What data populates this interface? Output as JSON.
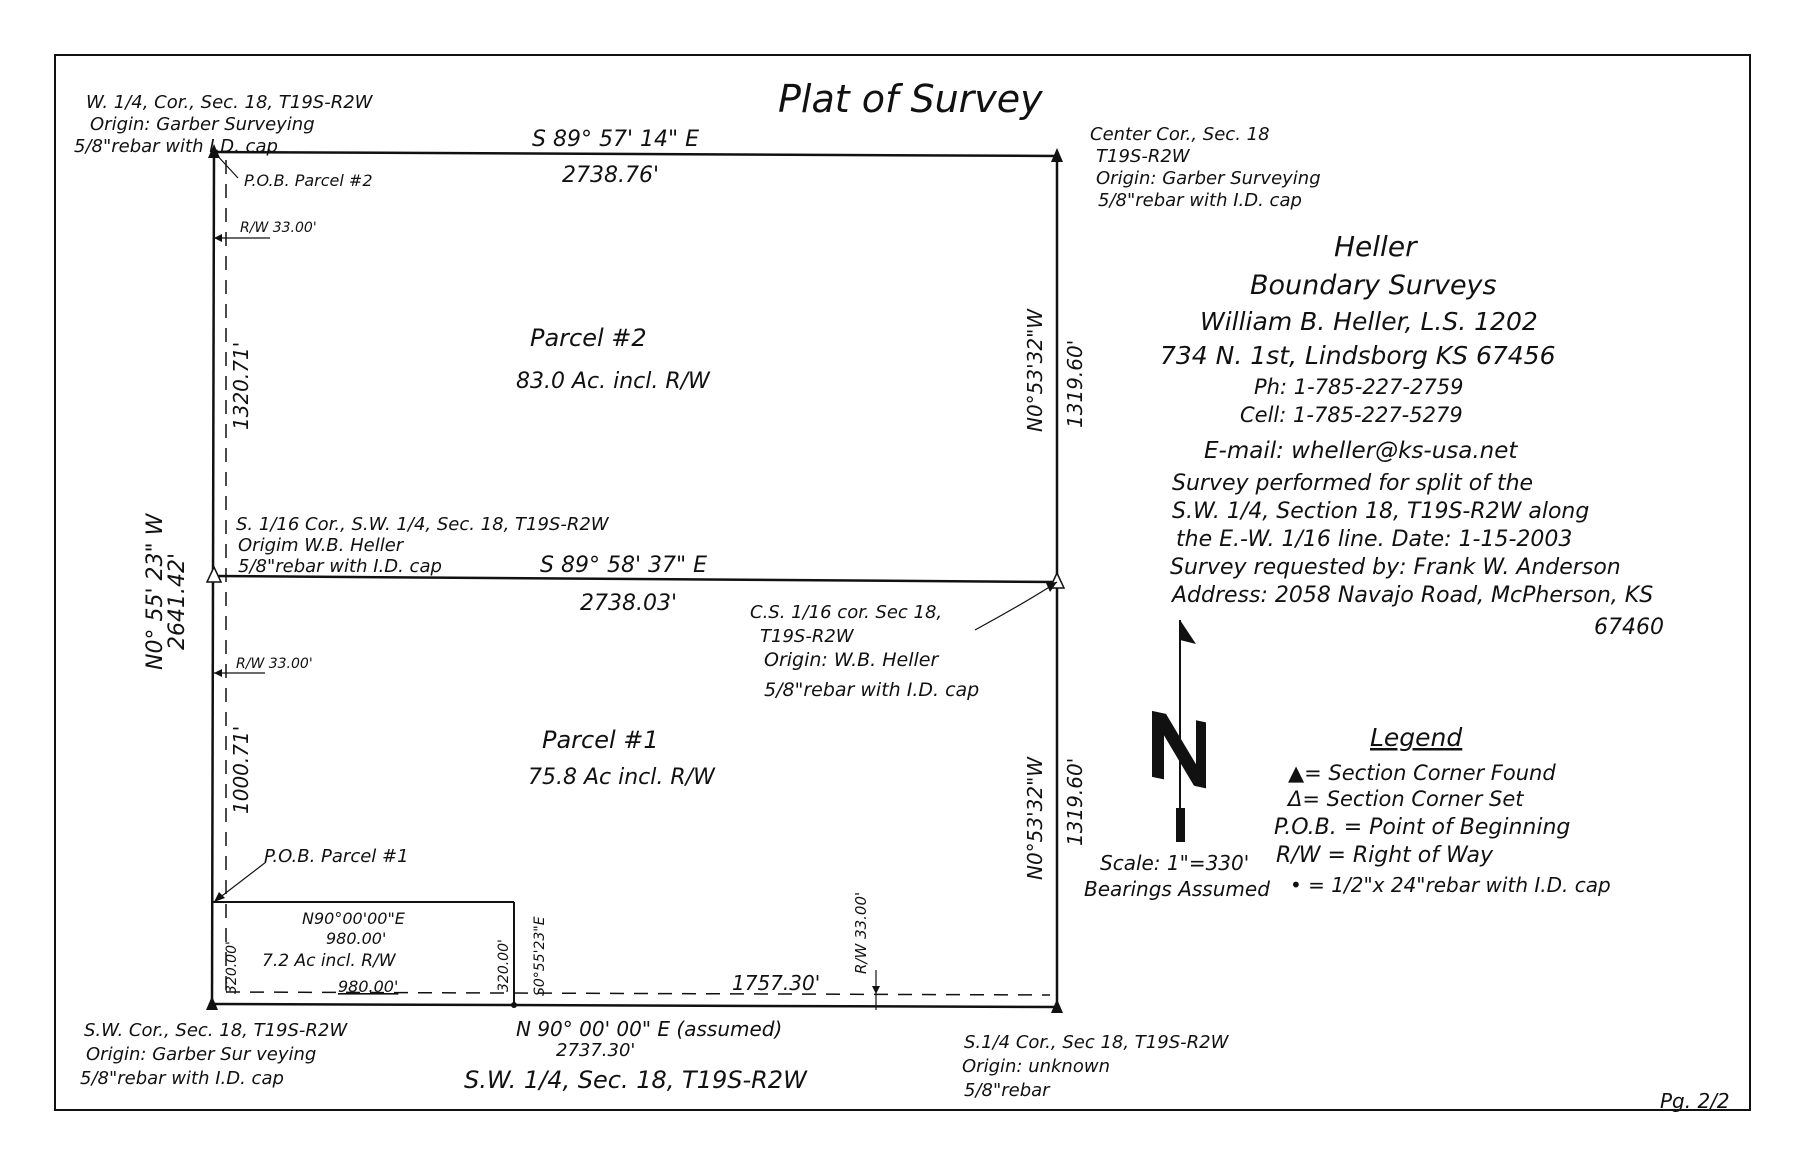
{
  "title": "Plat of Survey",
  "page_number": "Pg. 2/2",
  "corners": {
    "nw": {
      "line1": "W. 1/4, Cor., Sec. 18, T19S-R2W",
      "line2": "Origin: Garber Surveying",
      "line3": "5/8\"rebar with I.D. cap"
    },
    "pob2": "P.O.B. Parcel #2",
    "ne": {
      "line1": "Center Cor., Sec. 18",
      "line2": "T19S-R2W",
      "line3": "Origin: Garber Surveying",
      "line4": "5/8\"rebar with I.D. cap"
    },
    "w_mid": {
      "line1": "S. 1/16 Cor., S.W. 1/4, Sec. 18, T19S-R2W",
      "line2": "Origim W.B. Heller",
      "line3": "5/8\"rebar with I.D. cap"
    },
    "e_mid": {
      "line1": "C.S. 1/16 cor. Sec 18,",
      "line2": "T19S-R2W",
      "line3": "Origin: W.B. Heller",
      "line4": "5/8\"rebar with I.D. cap"
    },
    "pob1": "P.O.B. Parcel #1",
    "sw": {
      "line1": "S.W. Cor., Sec. 18, T19S-R2W",
      "line2": "Origin: Garber Sur veying",
      "line3": "5/8\"rebar with I.D. cap"
    },
    "se": {
      "line1": "S.1/4 Cor., Sec 18, T19S-R2W",
      "line2": "Origin: unknown",
      "line3": "5/8\"rebar"
    }
  },
  "bearings": {
    "north_bearing": "S 89° 57' 14\" E",
    "north_distance": "2738.76'",
    "middle_bearing": "S 89° 58' 37\" E",
    "middle_distance": "2738.03'",
    "south_bearing": "N 90° 00' 00\" E (assumed)",
    "south_distance": "2737.30'",
    "south_distance_inner": "1757.30'",
    "west_bearing": "N0° 55' 23\" W",
    "west_distance": "2641.42'",
    "west_upper": "1320.71'",
    "west_lower": "1000.71'",
    "east_upper_bearing": "N0°53'32\"W",
    "east_upper_distance": "1319.60'",
    "east_lower_bearing": "N0°53'32\"W",
    "east_lower_distance": "1319.60'",
    "rw_upper": "R/W 33.00'",
    "rw_lower": "R/W 33.00'",
    "rw_south": "R/W 33.00'"
  },
  "parcels": {
    "p2_name": "Parcel #2",
    "p2_area": "83.0 Ac. incl. R/W",
    "p1_name": "Parcel #1",
    "p1_area": "75.8 Ac incl. R/W",
    "p3_bearing": "N90°00'00\"E",
    "p3_dist": "980.00'",
    "p3_area": "7.2 Ac incl. R/W",
    "p3_bottom": "980.00'",
    "p3_west": "320.00'",
    "p3_east": "320.00'",
    "p3_east_bearing": "S0°55'23\"E"
  },
  "section_label": "S.W. 1/4, Sec. 18, T19S-R2W",
  "surveyor": {
    "name1": "Heller",
    "name2": "Boundary Surveys",
    "person": "William B. Heller, L.S. 1202",
    "address": "734 N. 1st, Lindsborg KS 67456",
    "phone": "Ph: 1-785-227-2759",
    "cell": "Cell: 1-785-227-5279",
    "email": "E-mail: wheller@ks-usa.net",
    "note1": "Survey performed for split of the",
    "note2": "S.W. 1/4, Section 18, T19S-R2W along",
    "note3": "the E.-W. 1/16 line. Date: 1-15-2003",
    "note4": "Survey requested by: Frank W. Anderson",
    "note5": "Address: 2058 Navajo Road, McPherson, KS",
    "note6": "67460"
  },
  "north_arrow_letter": "N",
  "scale": {
    "line1": "Scale: 1\"=330'",
    "line2": "Bearings Assumed"
  },
  "legend": {
    "title": "Legend",
    "found": "▲= Section Corner Found",
    "set": "Δ= Section Corner Set",
    "pob": "P.O.B. = Point of Beginning",
    "rw": "R/W = Right of Way",
    "rebar": "• = 1/2\"x 24\"rebar with I.D. cap"
  }
}
